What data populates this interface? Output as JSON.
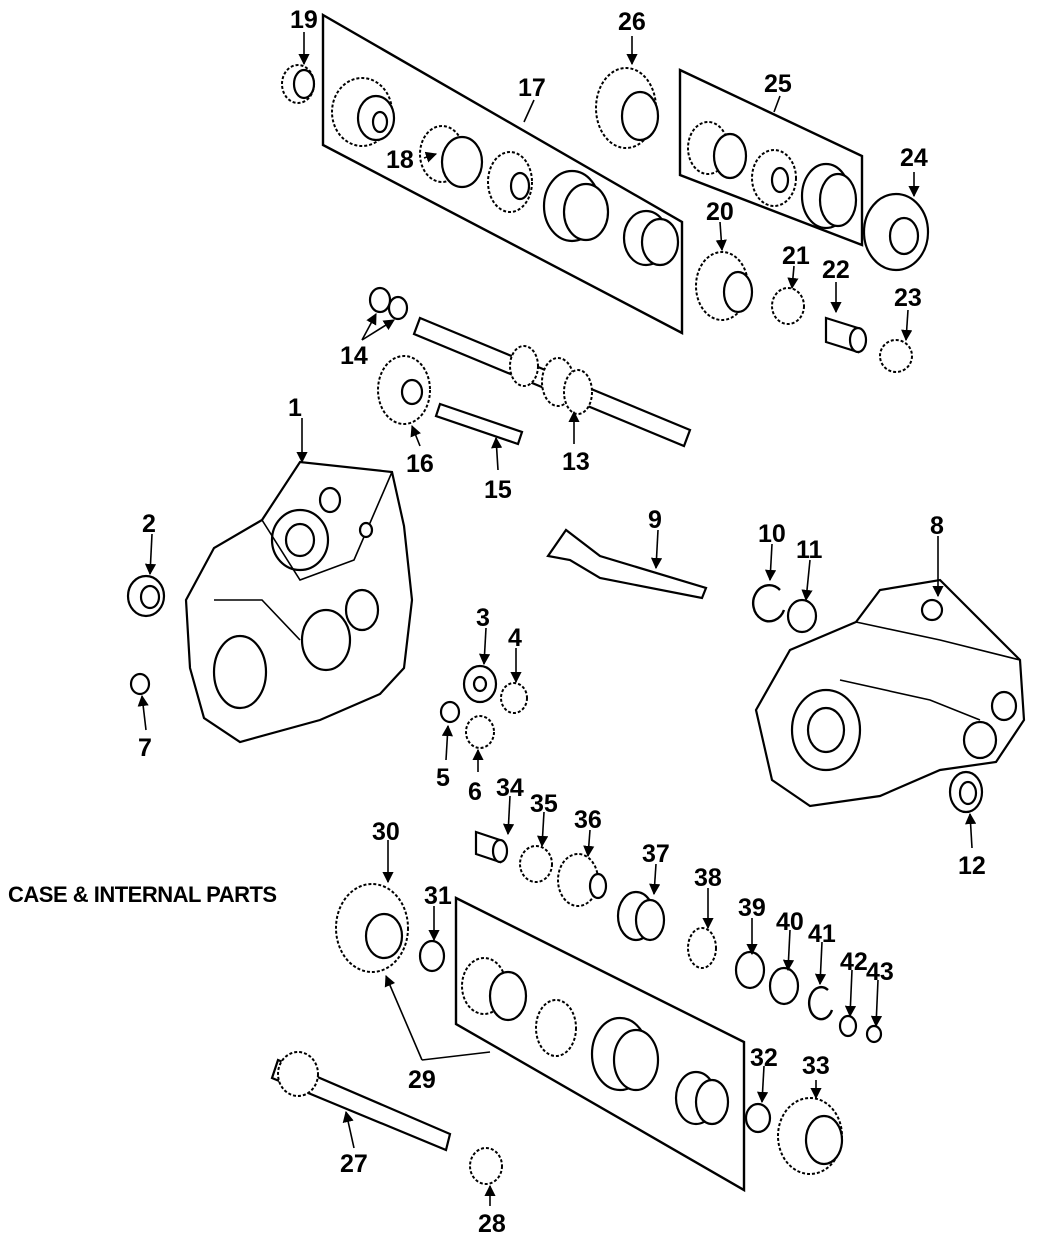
{
  "title": "CASE & INTERNAL PARTS",
  "callouts": [
    "1",
    "2",
    "3",
    "4",
    "5",
    "6",
    "7",
    "8",
    "9",
    "10",
    "11",
    "12",
    "13",
    "14",
    "15",
    "16",
    "17",
    "18",
    "19",
    "20",
    "21",
    "22",
    "23",
    "24",
    "25",
    "26",
    "27",
    "28",
    "29",
    "30",
    "31",
    "32",
    "33",
    "34",
    "35",
    "36",
    "37",
    "38",
    "39",
    "40",
    "41",
    "42",
    "43"
  ]
}
